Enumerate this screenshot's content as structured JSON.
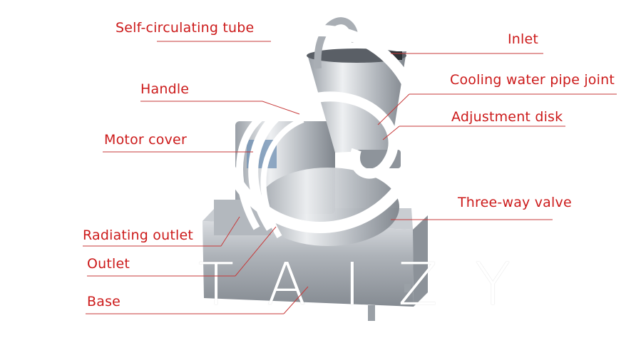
{
  "colors": {
    "label_text": "#cc1a1a",
    "leader_line": "#c73a3a",
    "watermark": "#ffffff",
    "machine_steel": "#b9bcc2"
  },
  "watermark": {
    "text": "TAIZY",
    "emblem": "swirl-logo"
  },
  "labels": {
    "self_circulating_tube": "Self-circulating tube",
    "inlet": "Inlet",
    "handle": "Handle",
    "cooling_water_pipe_joint": "Cooling water pipe joint",
    "adjustment_disk": "Adjustment disk",
    "motor_cover": "Motor cover",
    "three_way_valve": "Three-way valve",
    "radiating_outlet": "Radiating outlet",
    "outlet": "Outlet",
    "base": "Base"
  }
}
